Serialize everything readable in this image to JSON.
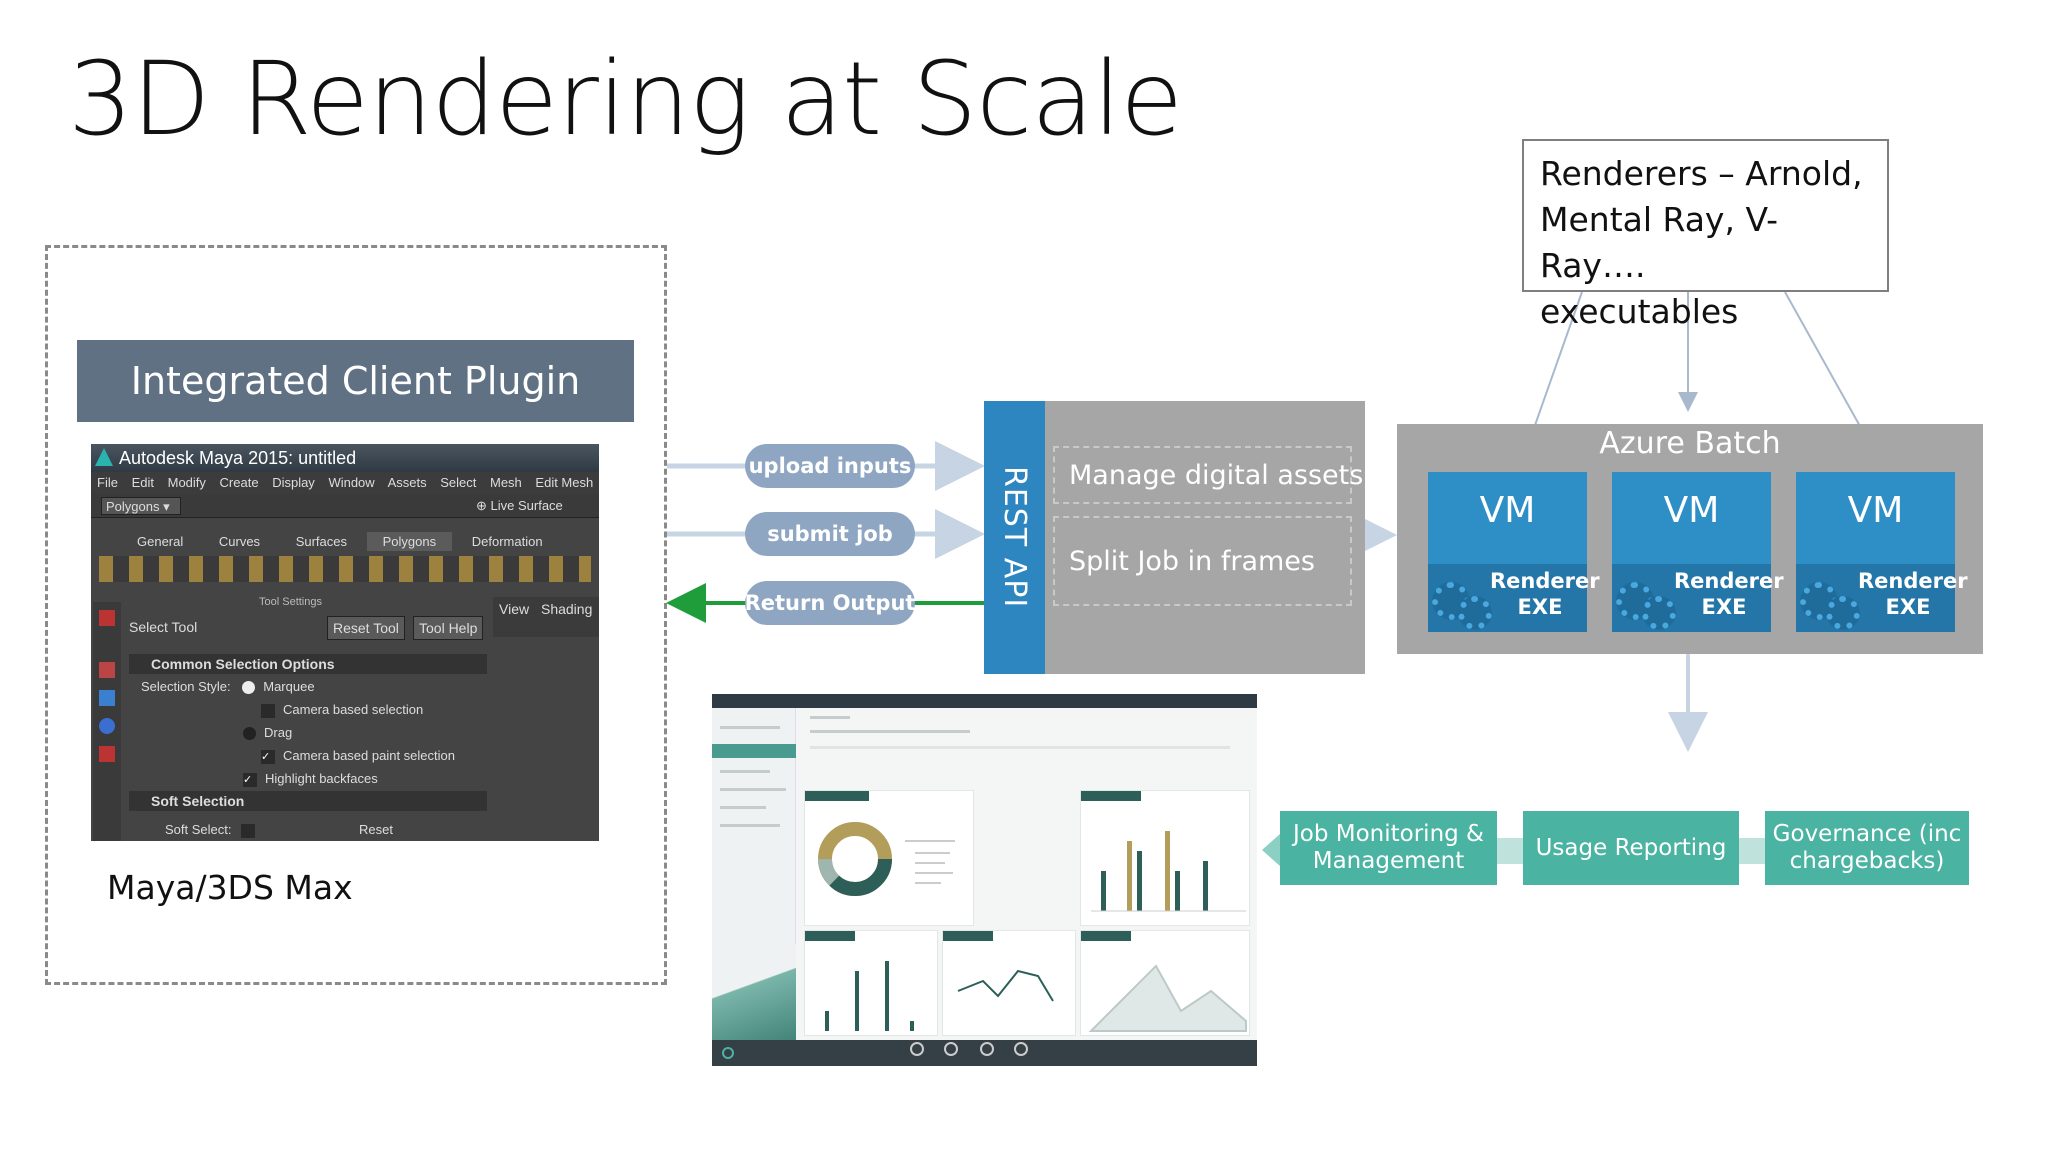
{
  "slide": {
    "title": "3D Rendering at Scale"
  },
  "client": {
    "plugin_label": "Integrated Client Plugin",
    "app_label": "Maya/3DS Max"
  },
  "maya": {
    "window_title": "Autodesk Maya 2015: untitled",
    "menu": [
      "File",
      "Edit",
      "Modify",
      "Create",
      "Display",
      "Window",
      "Assets",
      "Select",
      "Mesh",
      "Edit Mesh"
    ],
    "mode_select": "Polygons",
    "live_surface": "Live Surface",
    "shelf_tabs": [
      "General",
      "Curves",
      "Surfaces",
      "Polygons",
      "Deformation"
    ],
    "active_tab": "Polygons",
    "tool_settings_header": "Tool Settings",
    "select_tool": "Select Tool",
    "reset_tool": "Reset Tool",
    "tool_help": "Tool Help",
    "view_menu": [
      "View",
      "Shading"
    ],
    "section_common": "Common Selection Options",
    "selection_style_label": "Selection Style:",
    "marquee": "Marquee",
    "camera_based_selection": "Camera based selection",
    "drag": "Drag",
    "camera_based_paint": "Camera based paint selection",
    "highlight_backfaces": "Highlight backfaces",
    "section_soft": "Soft Selection",
    "soft_select_label": "Soft Select:",
    "reset": "Reset"
  },
  "flows": {
    "upload": "upload inputs",
    "submit": "submit job",
    "return": "Return Output"
  },
  "rest_api": {
    "label": "REST API",
    "items": [
      "Manage digital assets",
      "Split Job in frames"
    ]
  },
  "renderers_box": {
    "lines": [
      "Renderers – Arnold,",
      "Mental Ray, V-Ray….",
      "executables"
    ]
  },
  "azure_batch": {
    "title": "Azure Batch",
    "vms": [
      {
        "label": "VM",
        "sub1": "Renderer",
        "sub2": "EXE"
      },
      {
        "label": "VM",
        "sub1": "Renderer",
        "sub2": "EXE"
      },
      {
        "label": "VM",
        "sub1": "Renderer",
        "sub2": "EXE"
      }
    ]
  },
  "outputs": [
    {
      "label": "Job Monitoring & Management"
    },
    {
      "label": "Usage Reporting"
    },
    {
      "label": "Governance (inc chargebacks)"
    }
  ],
  "colors": {
    "pill": "#8ea6c2",
    "return_arrow": "#1f9d3a",
    "rest_bar": "#2e86c1",
    "panel_grey": "#a6a6a6",
    "vm_blue": "#2e8fc6",
    "teal": "#4ab3a2",
    "plugin_bar": "#5f7182"
  }
}
